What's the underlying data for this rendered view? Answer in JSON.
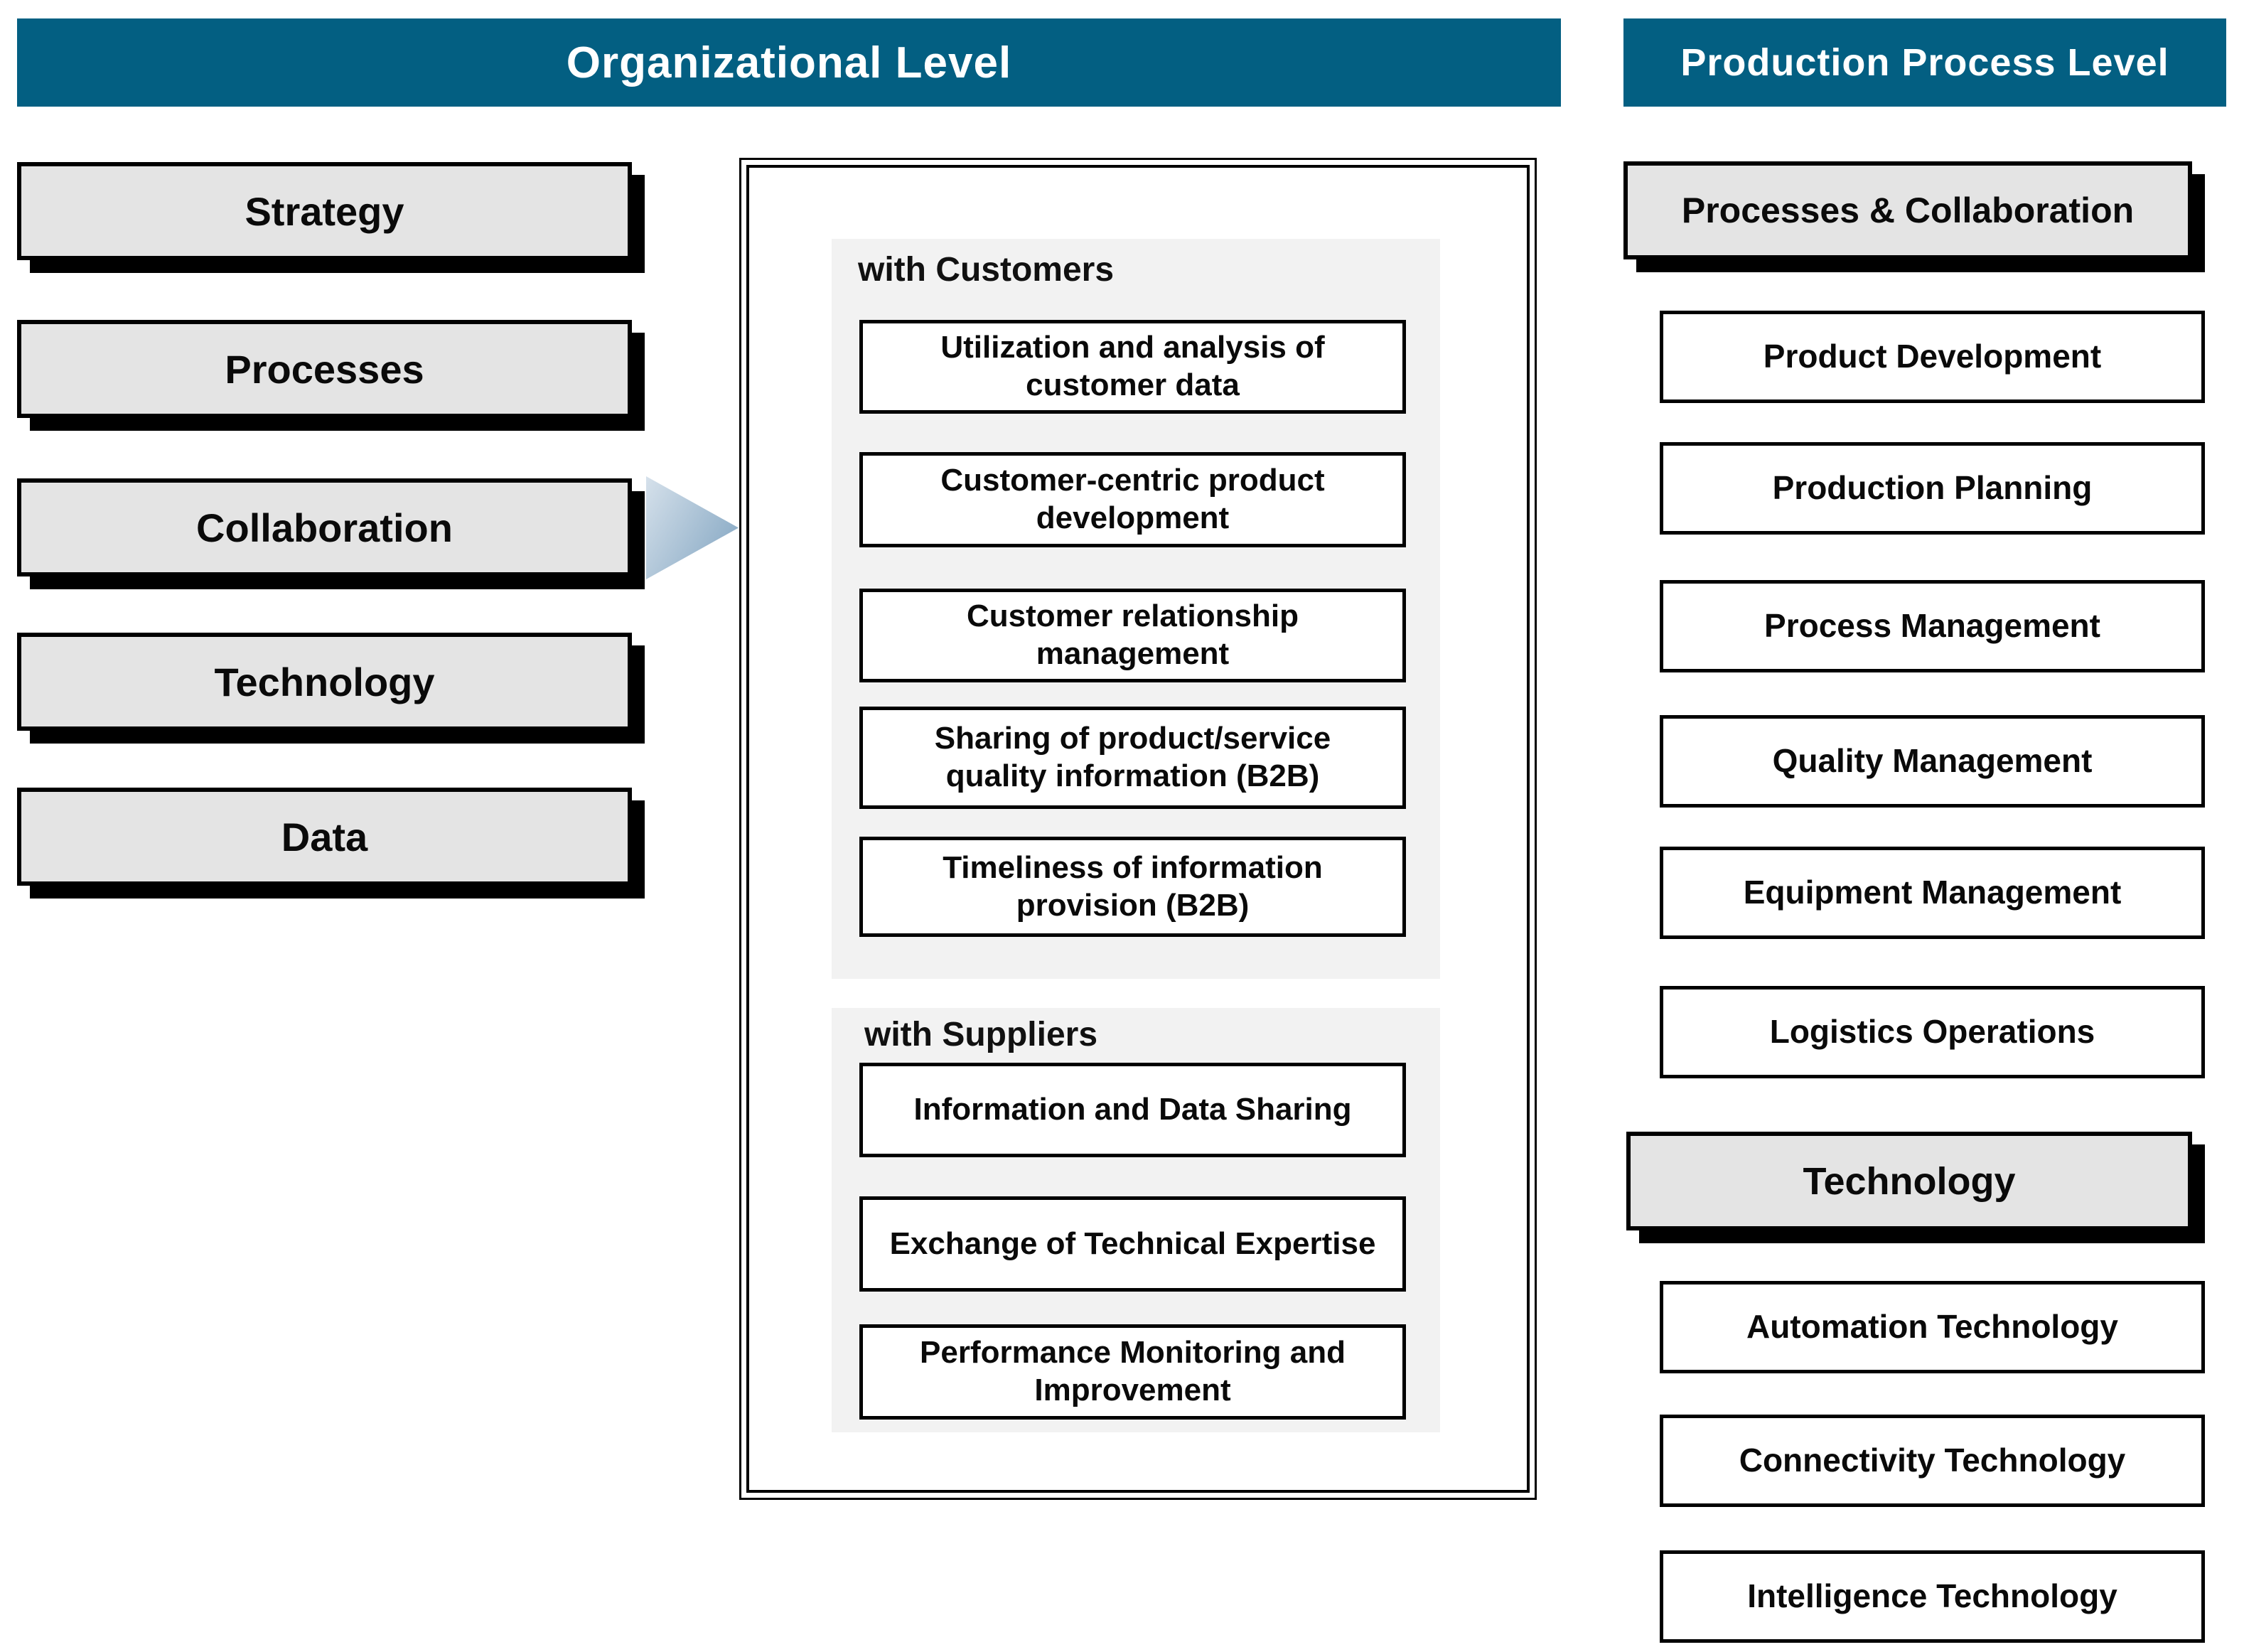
{
  "headers": {
    "organizational": "Organizational Level",
    "production": "Production Process Level"
  },
  "organizational_items": [
    "Strategy",
    "Processes",
    "Collaboration",
    "Technology",
    "Data"
  ],
  "collaboration_panel": {
    "customers": {
      "label": "with Customers",
      "items": [
        "Utilization and analysis of customer data",
        "Customer-centric product development",
        "Customer relationship management",
        "Sharing of product/service quality information (B2B)",
        "Timeliness of information provision (B2B)"
      ]
    },
    "suppliers": {
      "label": "with Suppliers",
      "items": [
        "Information and Data Sharing",
        "Exchange of Technical Expertise",
        "Performance Monitoring and Improvement"
      ]
    }
  },
  "production_column": {
    "processes_header": "Processes & Collaboration",
    "process_items": [
      "Product Development",
      "Production Planning",
      "Process Management",
      "Quality Management",
      "Equipment Management",
      "Logistics Operations"
    ],
    "technology_header": "Technology",
    "technology_items": [
      "Automation Technology",
      "Connectivity Technology",
      "Intelligence Technology"
    ]
  },
  "connections": [
    {
      "from": "box-utilization",
      "to": "box-production-planning",
      "from_dy": 11,
      "to_dy": -20
    },
    {
      "from": "box-customer-centric",
      "to": "box-product-development",
      "from_dy": -13,
      "to_dy": 3
    },
    {
      "from": "box-crm",
      "to": "box-quality-management",
      "from_dy": 3,
      "to_dy": -12
    },
    {
      "from": "box-sharing-b2b",
      "to": "box-quality-management",
      "from_dy": -4,
      "to_dy": -6
    },
    {
      "from": "box-timeliness",
      "to": "box-production-planning",
      "from_dy": -45,
      "to_dy": 15
    },
    {
      "from": "box-info-sharing",
      "to": "box-connectivity",
      "from_dy": 4,
      "to_dy": -45
    },
    {
      "from": "box-exchange",
      "to": "box-connectivity",
      "from_dy": -37,
      "to_dy": -28
    },
    {
      "from": "box-performance",
      "to": "box-quality-management",
      "from_dy": -95,
      "to_dy": 14
    }
  ],
  "colors": {
    "teal": "#035F82",
    "box_gray": "#E4E4E4",
    "section_gray": "#F2F2F2",
    "line": "#1A1A1A",
    "tri_a": "#D6E1EB",
    "tri_b": "#7FA3C0",
    "paper": "#FFFFFF"
  }
}
